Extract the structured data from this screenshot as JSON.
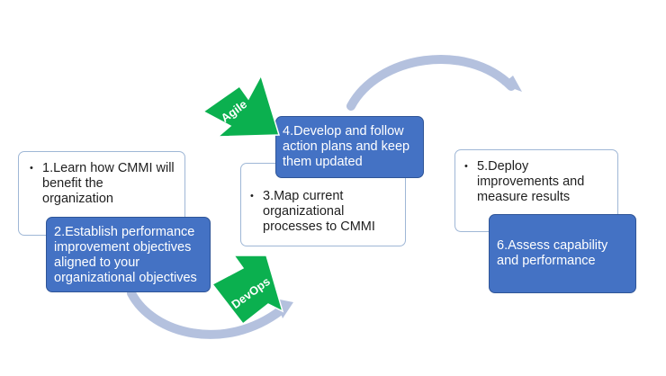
{
  "steps": {
    "s1": "1.Learn how CMMI will benefit the organization",
    "s2": "2.Establish performance improvement objectives aligned to your organizational objectives",
    "s3": "3.Map current organizational processes to CMMI",
    "s4": "4.Develop and follow action plans and keep them updated",
    "s5": "5.Deploy improvements and measure results",
    "s6": "6.Assess capability and performance"
  },
  "tags": {
    "agile": "Agile",
    "devops": "DevOps"
  },
  "colors": {
    "box_blue": "#4472c4",
    "box_border": "#9fb7d6",
    "arrow_green": "#0bb04f",
    "curve": "#b4c1de"
  }
}
